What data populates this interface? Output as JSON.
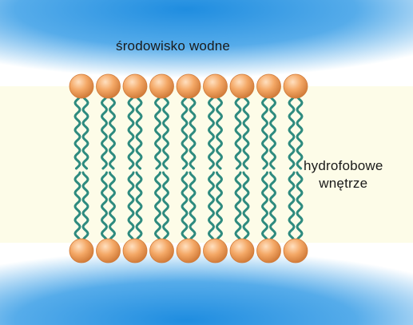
{
  "labels": {
    "top": "środowisko wodne",
    "side_line1": "hydrofobowe",
    "side_line2": "wnętrze"
  },
  "membrane": {
    "lipid_count": 9,
    "colors": {
      "water_blue": "#1f8de0",
      "water_fade": "#ffffff",
      "interior": "#fdfce8",
      "tail": "#2e8b7f",
      "head_light": "#ffd0a0",
      "head_mid": "#f4a866",
      "head_dark": "#d07a38"
    }
  }
}
